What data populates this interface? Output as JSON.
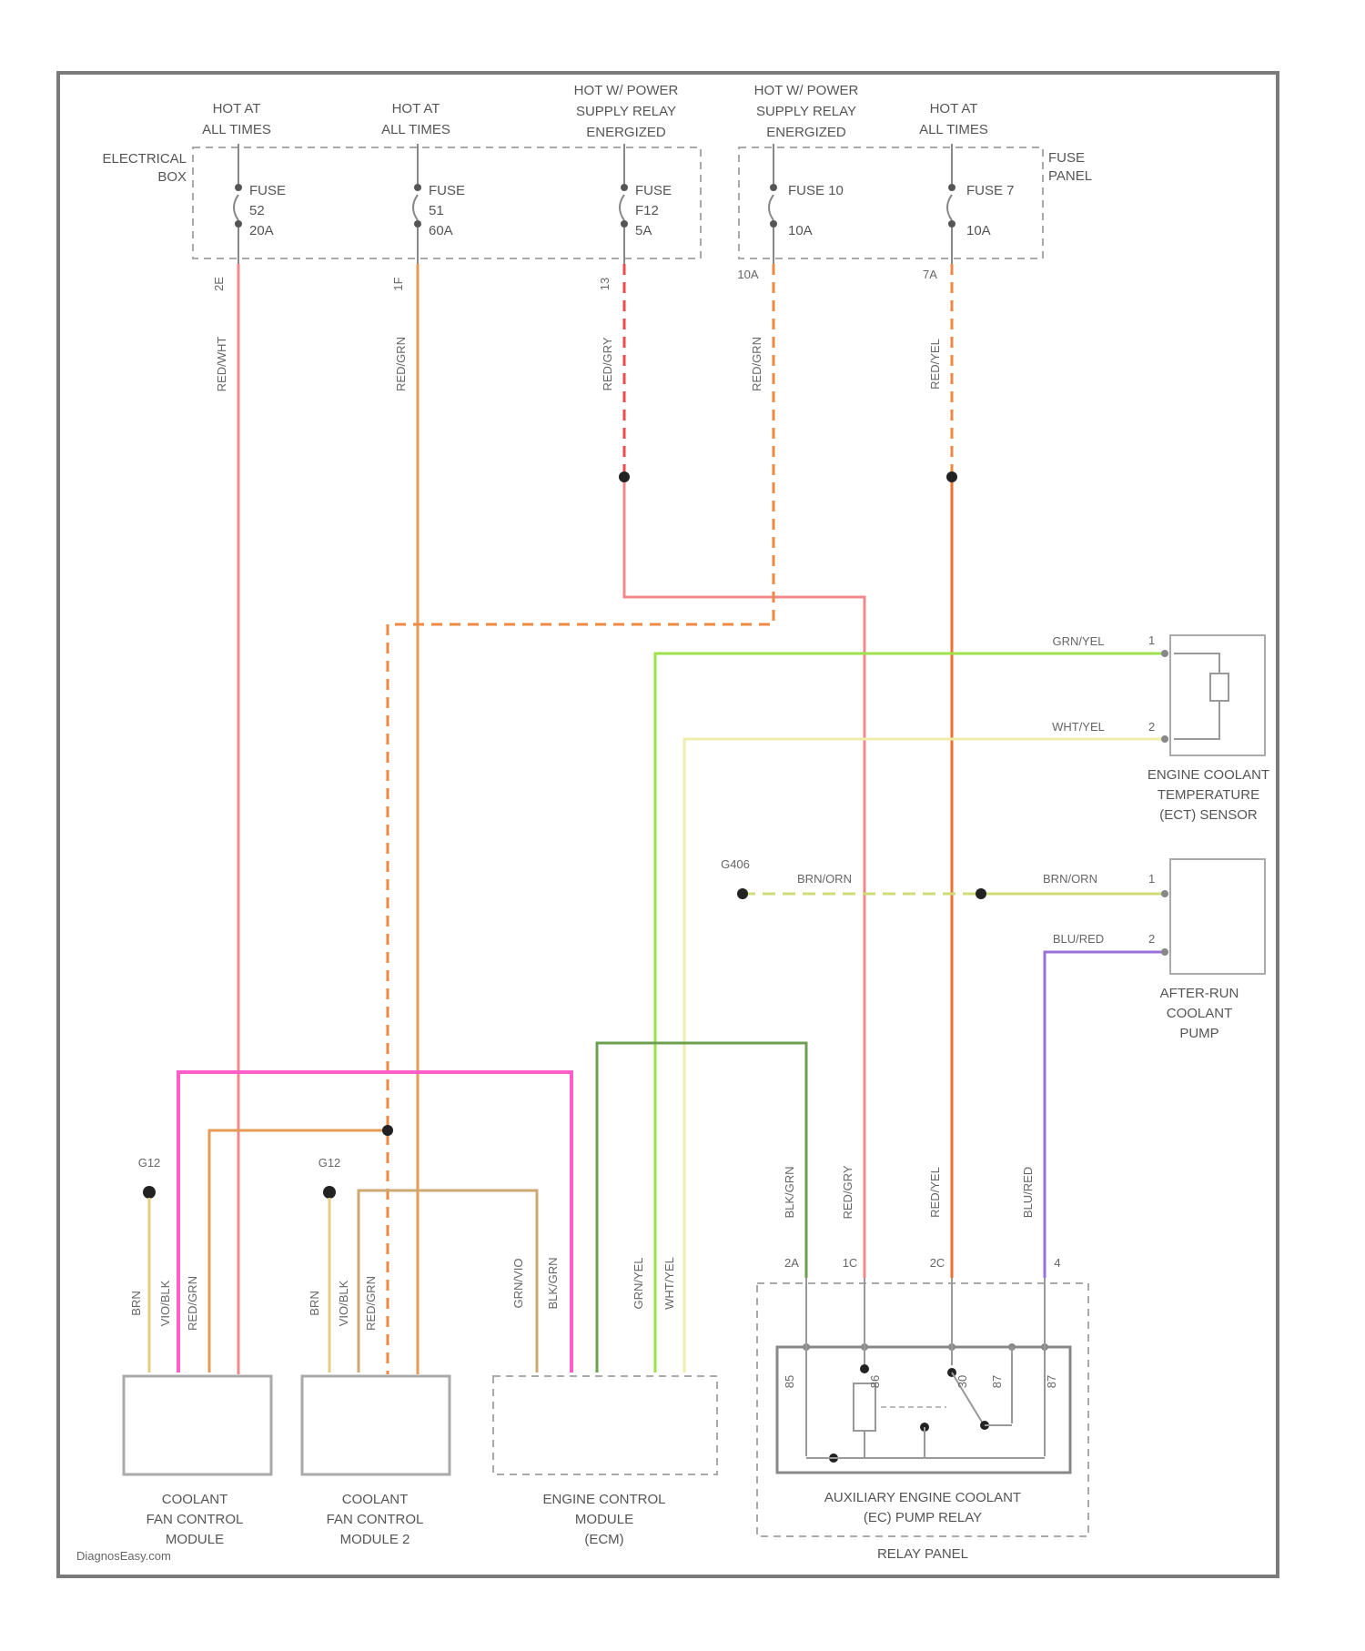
{
  "colors": {
    "border": "#7a7a7a",
    "red": "#f08a8a",
    "orange": "#e59a55",
    "red_dashed": "#f04a4a",
    "orange_dashed": "#ee8a40",
    "orange_red": "#f07030",
    "green_lime": "#9de24a",
    "yellow_pale": "#eeeeaa",
    "green_yellow": "#cfdc78",
    "purple": "#9a70d8",
    "pink": "#ff5ec8",
    "dark_green": "#6aa050",
    "tan": "#cfa870"
  },
  "power_sources": {
    "hot1": [
      "HOT AT",
      "ALL TIMES"
    ],
    "hot2": [
      "HOT AT",
      "ALL TIMES"
    ],
    "hot3": [
      "HOT W/ POWER",
      "SUPPLY RELAY",
      "ENERGIZED"
    ],
    "hot4": [
      "HOT W/ POWER",
      "SUPPLY RELAY",
      "ENERGIZED"
    ],
    "hot5": [
      "HOT AT",
      "ALL TIMES"
    ]
  },
  "electrical_box": [
    "ELECTRICAL",
    "BOX"
  ],
  "fuse_panel": [
    "FUSE",
    "PANEL"
  ],
  "fuses": [
    {
      "name": "FUSE",
      "num": "52",
      "amp": "20A"
    },
    {
      "name": "FUSE",
      "num": "51",
      "amp": "60A"
    },
    {
      "name": "FUSE",
      "num": "F12",
      "amp": "5A"
    },
    {
      "name": "FUSE 10",
      "amp": "10A"
    },
    {
      "name": "FUSE 7",
      "amp": "10A"
    }
  ],
  "pins": {
    "f1": "2E",
    "f2": "1F",
    "f3": "13",
    "f4": "10A",
    "f5": "7A",
    "ect1": "1",
    "ect2": "2",
    "pump1": "1",
    "pump2": "2",
    "relay1": "2A",
    "relay2": "1C",
    "relay3": "2C",
    "relay4": "4",
    "r_in1": "85",
    "r_in2": "86",
    "r_in3": "30",
    "r_in4": "87",
    "r_in5": "87"
  },
  "wire_labels": {
    "w1": "RED/WHT",
    "w2": "RED/GRN",
    "w3": "RED/GRY",
    "w4": "RED/GRN",
    "w5": "RED/YEL",
    "ect_top": "GRN/YEL",
    "ect_bot": "WHT/YEL",
    "pump_top": "BRN/ORN",
    "pump_top2": "BRN/ORN",
    "pump_bot": "BLU/RED",
    "relay1": "BLK/GRN",
    "relay2": "RED/GRY",
    "relay3": "RED/YEL",
    "relay4": "BLU/RED"
  },
  "module_wire_labels": [
    "BRN",
    "VIO/BLK",
    "RED/GRN",
    "BRN",
    "VIO/BLK",
    "RED/GRN",
    "GRN/VIO",
    "BLK/GRN",
    "GRN/YEL",
    "WHT/YEL"
  ],
  "grounds": [
    "G12",
    "G12",
    "G406"
  ],
  "components": {
    "ect_sensor": [
      "ENGINE COOLANT",
      "TEMPERATURE",
      "(ECT) SENSOR"
    ],
    "pump": [
      "AFTER-RUN",
      "COOLANT",
      "PUMP"
    ],
    "fan1": [
      "COOLANT",
      "FAN CONTROL",
      "MODULE"
    ],
    "fan2": [
      "COOLANT",
      "FAN CONTROL",
      "MODULE 2"
    ],
    "ecm": [
      "ENGINE CONTROL",
      "MODULE",
      "(ECM)"
    ],
    "relay": [
      "AUXILIARY ENGINE COOLANT",
      "(EC) PUMP RELAY"
    ],
    "relay_panel": "RELAY PANEL"
  },
  "watermark": "DiagnosEasy.com"
}
